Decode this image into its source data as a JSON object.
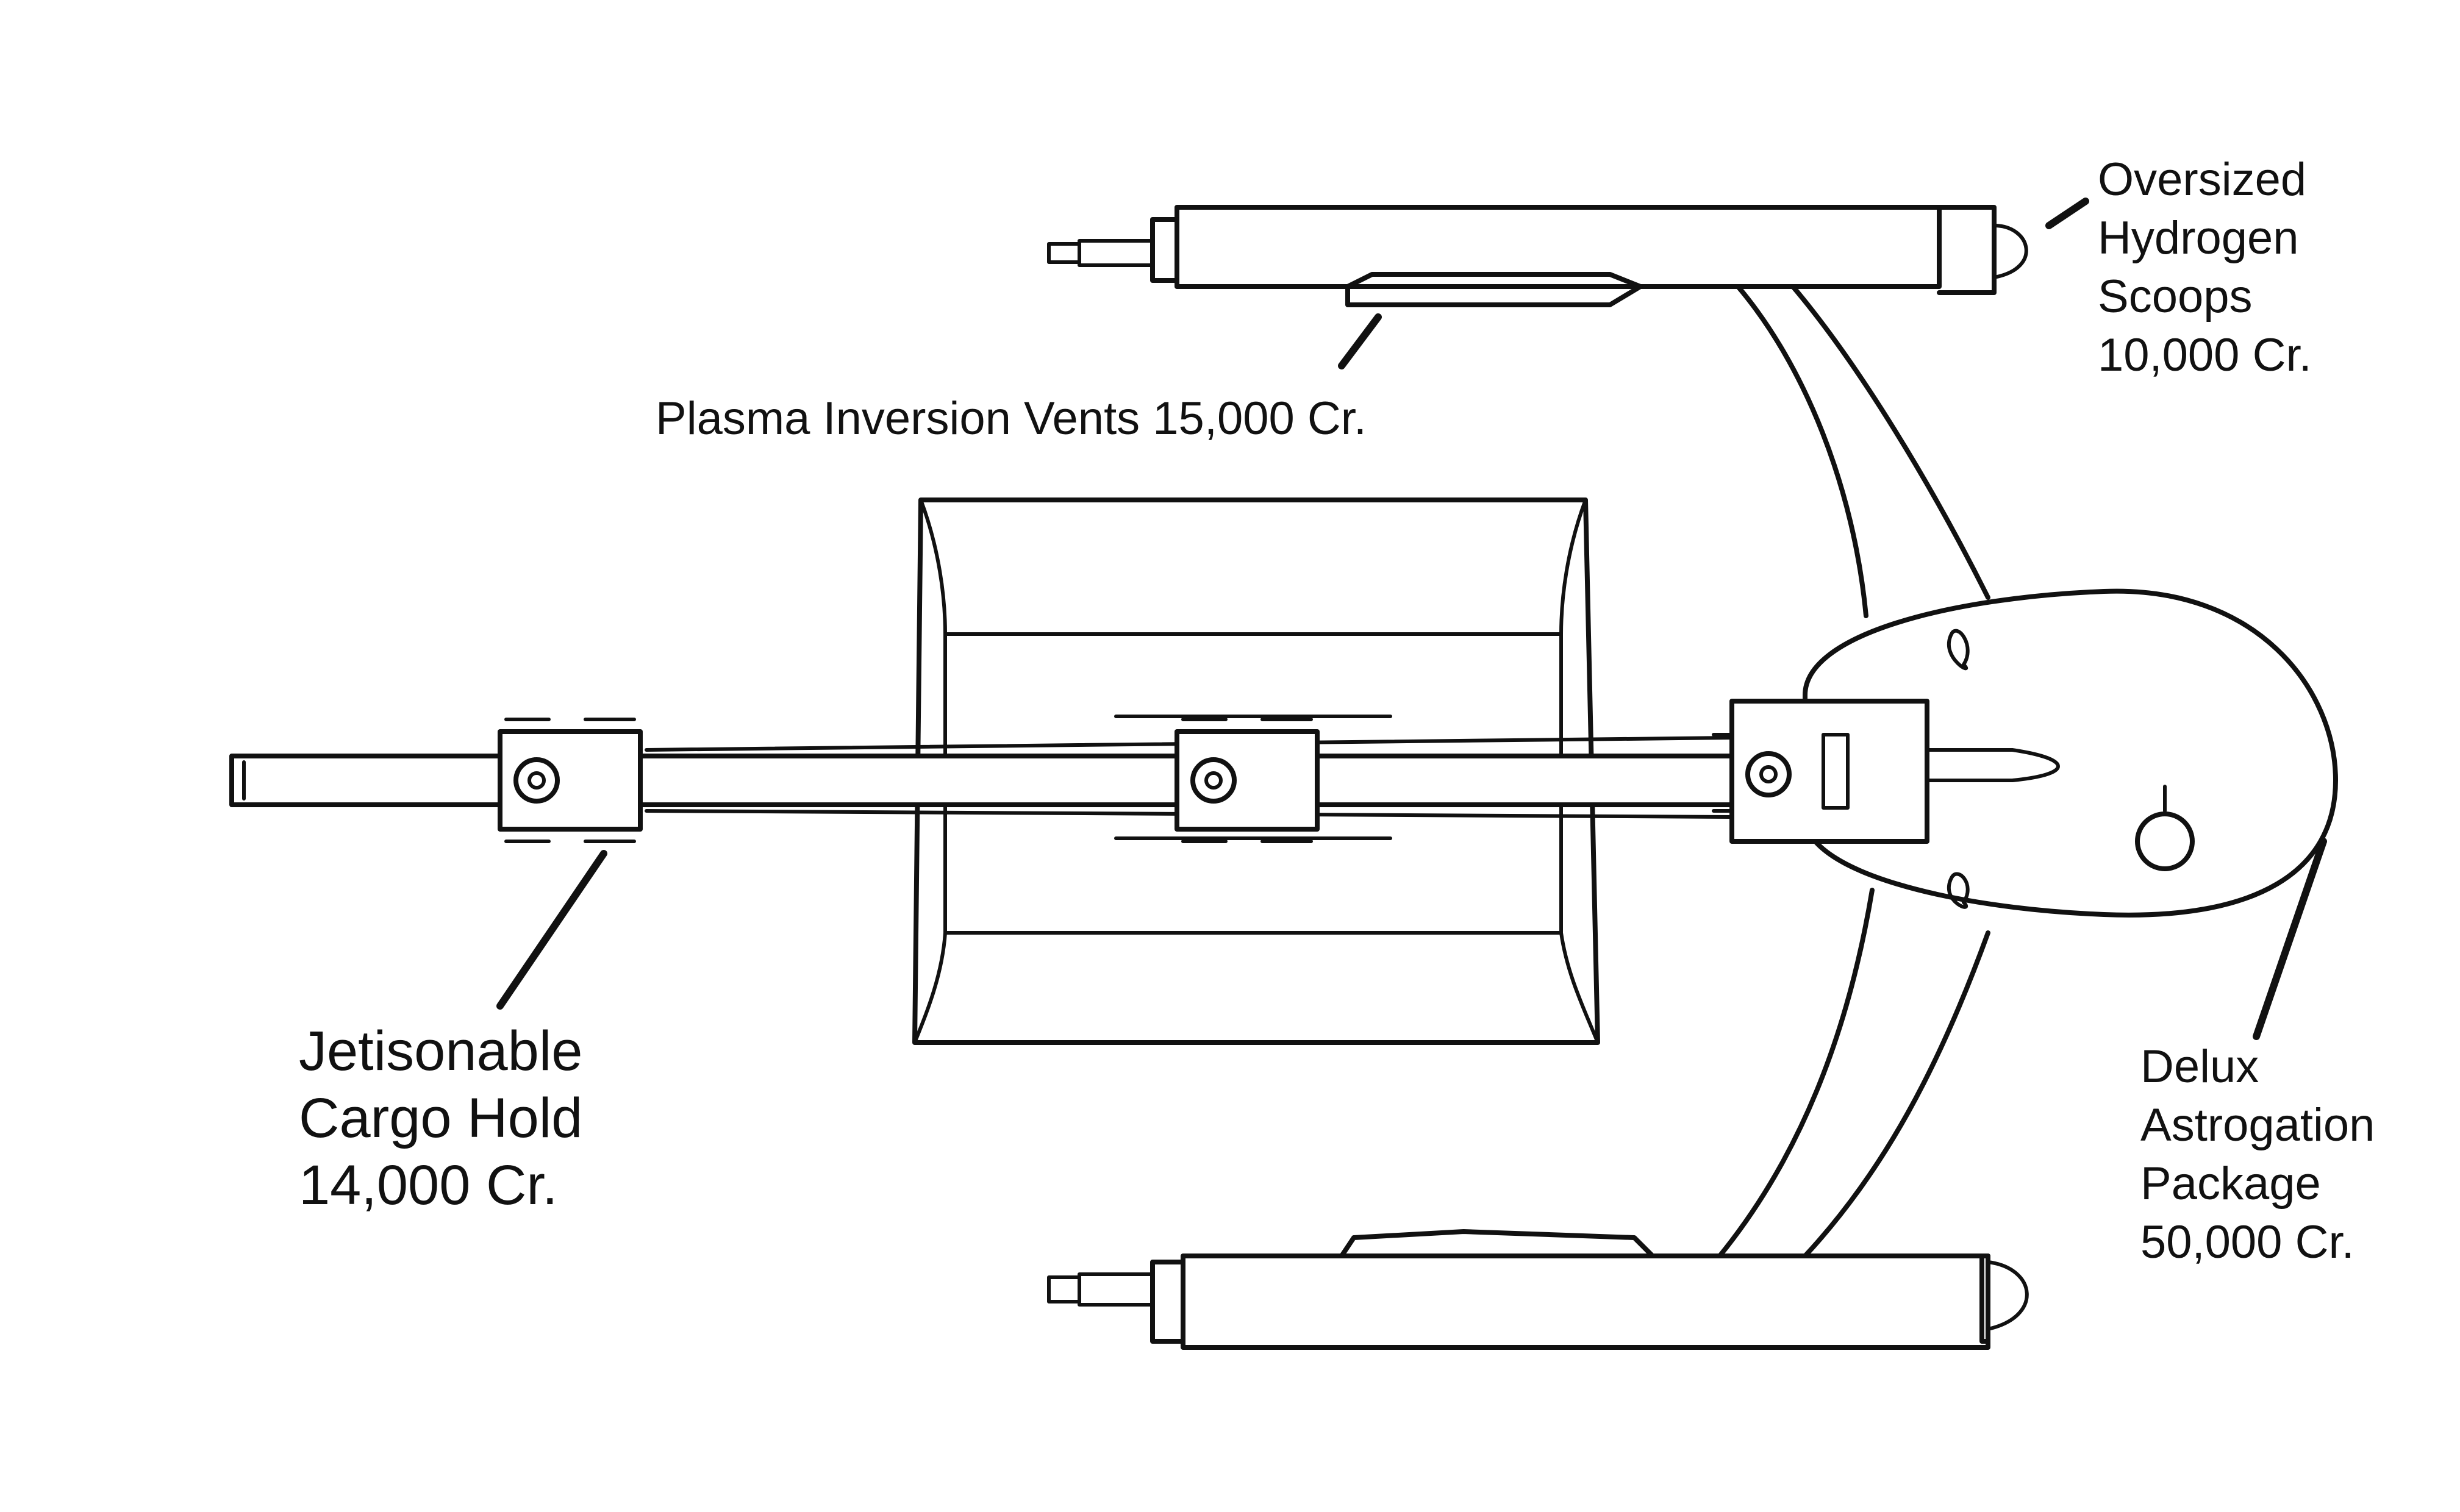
{
  "labels": {
    "hydrogen_scoops": {
      "line1": "Oversized",
      "line2": "Hydrogen",
      "line3": "Scoops",
      "price": "10,000 Cr."
    },
    "plasma_vents": {
      "text": "Plasma Inversion Vents 15,000 Cr."
    },
    "cargo_hold": {
      "line1": "Jetisonable",
      "line2": "Cargo Hold",
      "price": "14,000 Cr."
    },
    "astrogation": {
      "line1": "Delux",
      "line2": "Astrogation",
      "line3": "Package",
      "price": "50,000 Cr."
    }
  },
  "colors": {
    "ink": "#111111",
    "paper": "#ffffff"
  }
}
